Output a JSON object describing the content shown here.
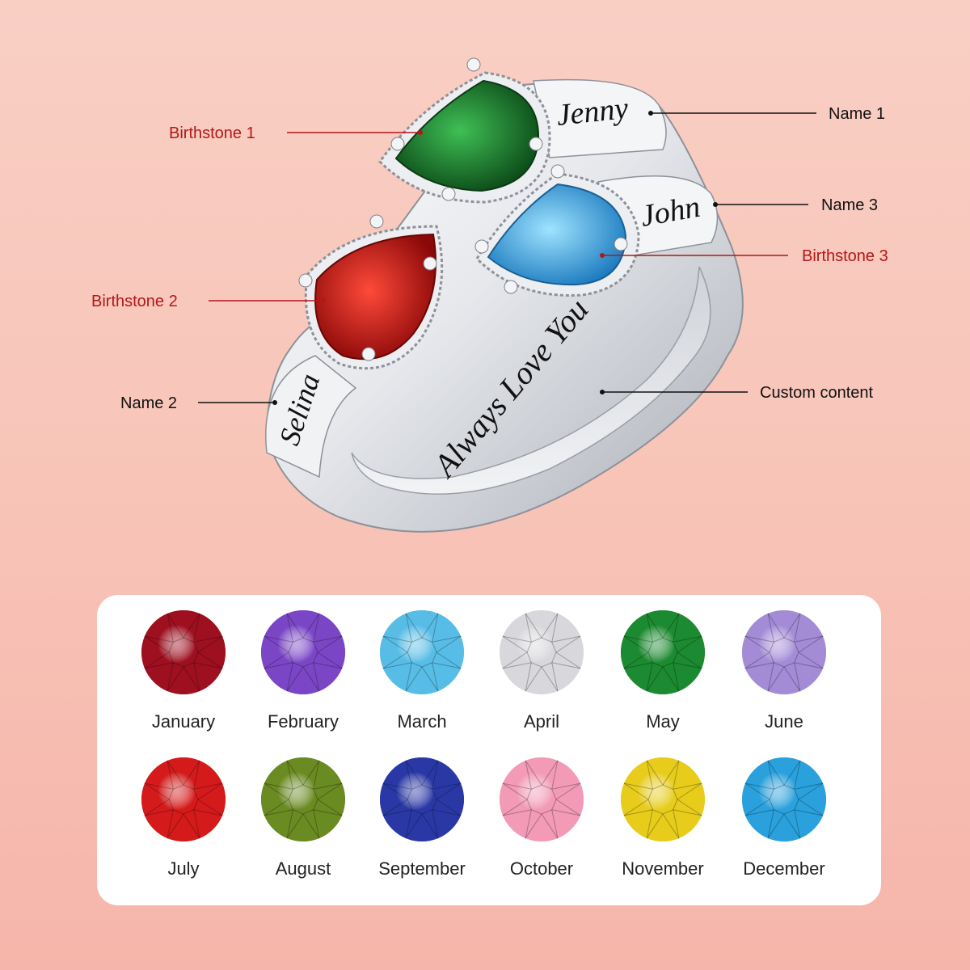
{
  "ring": {
    "engravings": {
      "name1": "Jenny",
      "name2": "Selina",
      "name3": "John",
      "custom": "Always Love You"
    },
    "stones": {
      "birthstone1": "#1f7a2c",
      "birthstone2": "#c81414",
      "birthstone3": "#3fa9e0"
    },
    "metal_color": "#e4e6ea"
  },
  "callouts": {
    "birthstone1": "Birthstone 1",
    "birthstone2": "Birthstone 2",
    "birthstone3": "Birthstone 3",
    "name1": "Name 1",
    "name2": "Name 2",
    "name3": "Name 3",
    "custom": "Custom content"
  },
  "birthstones": [
    {
      "month": "January",
      "color": "#9e1020"
    },
    {
      "month": "February",
      "color": "#7a46c6"
    },
    {
      "month": "March",
      "color": "#58bde6"
    },
    {
      "month": "April",
      "color": "#d8d8dc"
    },
    {
      "month": "May",
      "color": "#1c8a30"
    },
    {
      "month": "June",
      "color": "#a38bd6"
    },
    {
      "month": "July",
      "color": "#d41a1a"
    },
    {
      "month": "August",
      "color": "#6a8a22"
    },
    {
      "month": "September",
      "color": "#2a38a6"
    },
    {
      "month": "October",
      "color": "#f29ab6"
    },
    {
      "month": "November",
      "color": "#e7cc1c"
    },
    {
      "month": "December",
      "color": "#2aa0dc"
    }
  ]
}
